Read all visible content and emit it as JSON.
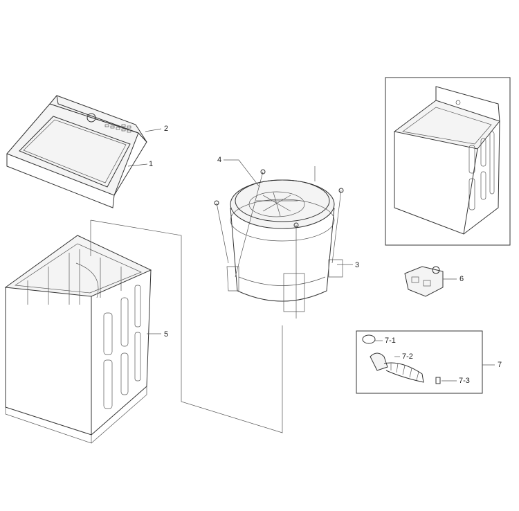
{
  "callouts": {
    "c1": "1",
    "c2": "2",
    "c3": "3",
    "c4": "4",
    "c5": "5",
    "c6": "6",
    "c7": "7",
    "c7_1": "7-1",
    "c7_2": "7-2",
    "c7_3": "7-3"
  },
  "colors": {
    "line": "#333333",
    "background": "#ffffff",
    "panel_fill": "#f4f4f4"
  }
}
